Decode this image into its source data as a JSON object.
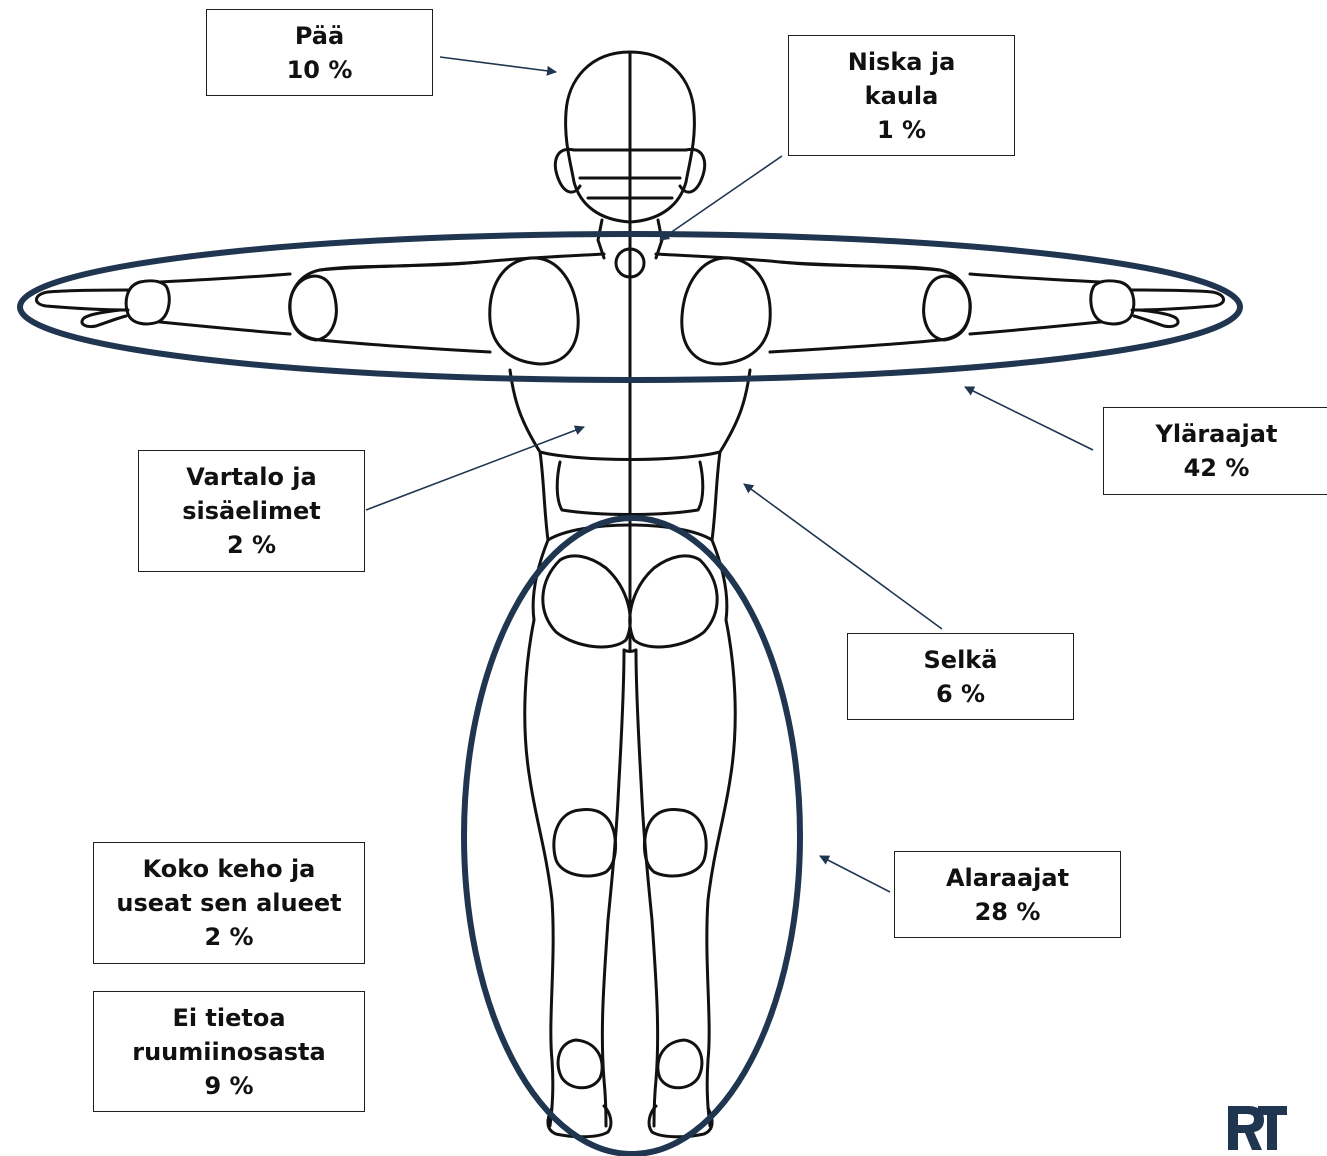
{
  "labels": {
    "paa": {
      "name": "Pää",
      "value": "10 %"
    },
    "niska": {
      "name_line1": "Niska ja",
      "name_line2": "kaula",
      "value": "1 %"
    },
    "ylaraajat": {
      "name": "Yläraajat",
      "value": "42 %"
    },
    "vartalo": {
      "name_line1": "Vartalo ja",
      "name_line2": "sisäelimet",
      "value": "2 %"
    },
    "selka": {
      "name": "Selkä",
      "value": "6 %"
    },
    "alaraajat": {
      "name": "Alaraajat",
      "value": "28 %"
    },
    "koko": {
      "name_line1": "Koko keho ja",
      "name_line2": "useat sen alueet",
      "value": "2 %"
    },
    "eitietoa": {
      "name_line1": "Ei tietoa",
      "name_line2": "ruumiinosasta",
      "value": "9 %"
    }
  },
  "logo": {
    "text": "RT"
  },
  "colors": {
    "highlight_ellipse": "#1f3550",
    "figure_outline": "#111111",
    "arrow": "#1f3550",
    "box_border": "#1f1f1f"
  }
}
